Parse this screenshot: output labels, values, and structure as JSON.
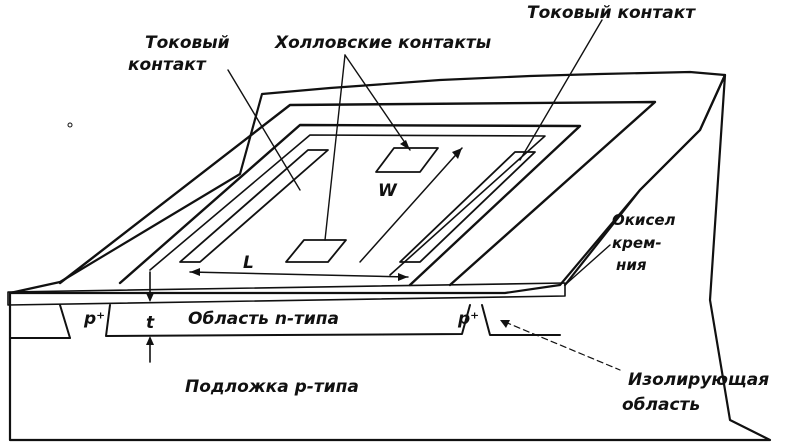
{
  "labels": {
    "current_contact_left_1": "Токовый",
    "current_contact_left_2": "контакт",
    "hall_contacts": "Холловские контакты",
    "current_contact_right": "Токовый контакт",
    "oxide_1": "Окисел",
    "oxide_2": "крем-",
    "oxide_3": "ния",
    "n_region": "Область n-типа",
    "p_plus_left": "p⁺",
    "p_plus_right": "p⁺",
    "thickness": "t",
    "length": "L",
    "width": "W",
    "substrate": "Подложка p-типа",
    "isolation_1": "Изолирующая",
    "isolation_2": "область"
  }
}
